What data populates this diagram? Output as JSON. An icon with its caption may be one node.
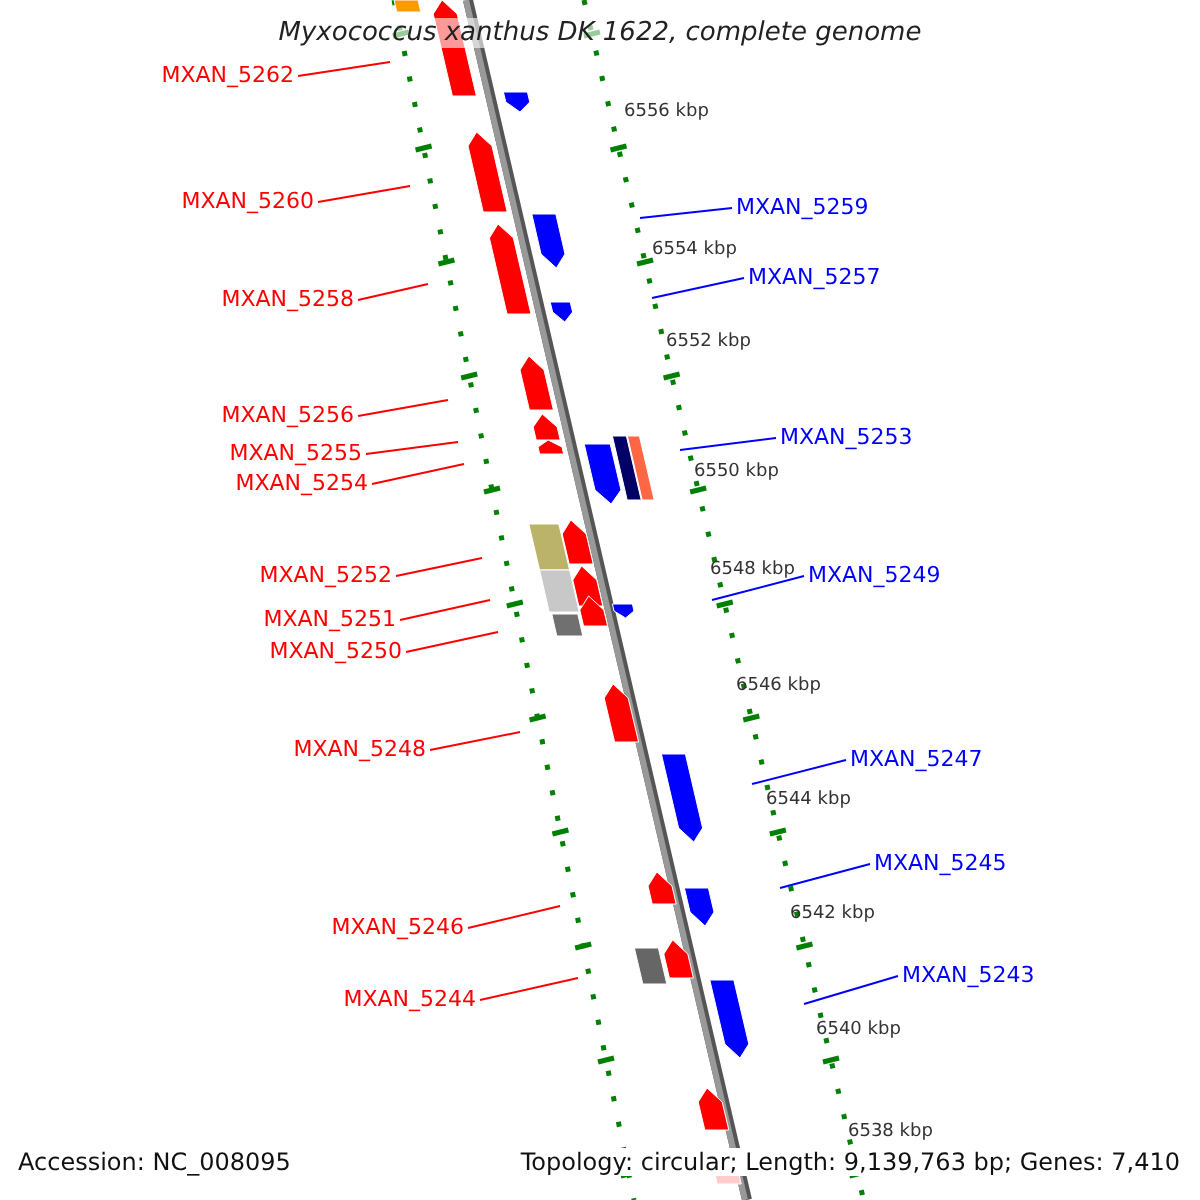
{
  "diagram": {
    "title": "Myxococcus xanthus DK 1622, complete genome",
    "nodes": [
      {
        "text": [
          "MXAN_5262"
        ]
      },
      {
        "text": [
          "MXAN_5260"
        ]
      },
      {
        "text": [
          "MXAN_5259"
        ]
      },
      {
        "text": [
          "MXAN_5257"
        ]
      },
      {
        "text": [
          "MXAN_5258"
        ]
      },
      {
        "text": [
          "MXAN_5256"
        ]
      },
      {
        "text": [
          "MXAN_5253"
        ]
      },
      {
        "text": [
          "MXAN_5255"
        ]
      },
      {
        "text": [
          "MXAN_5254"
        ]
      },
      {
        "text": [
          "MXAN_5252"
        ]
      },
      {
        "text": [
          "MXAN_5249"
        ]
      },
      {
        "text": [
          "MXAN_5251"
        ]
      },
      {
        "text": [
          "MXAN_5250"
        ]
      },
      {
        "text": [
          "MXAN_5248"
        ]
      },
      {
        "text": [
          "MXAN_5247"
        ]
      },
      {
        "text": [
          "MXAN_5245"
        ]
      },
      {
        "text": [
          "MXAN_5246"
        ]
      },
      {
        "text": [
          "MXAN_5243"
        ]
      },
      {
        "text": [
          "MXAN_5244"
        ]
      }
    ],
    "edges": [
      {
        "from": 0,
        "to": null,
        "arrow": "none"
      },
      {
        "from": 1,
        "to": null,
        "arrow": "none"
      },
      {
        "from": 2,
        "to": null,
        "arrow": "none",
        "color": "#0000ff"
      },
      {
        "from": 3,
        "to": null,
        "arrow": "none",
        "color": "#0000ff"
      },
      {
        "from": 4,
        "to": null,
        "arrow": "none"
      },
      {
        "from": 5,
        "to": null,
        "arrow": "none"
      },
      {
        "from": 6,
        "to": null,
        "arrow": "none",
        "color": "#0000ff"
      },
      {
        "from": 7,
        "to": null,
        "arrow": "none"
      },
      {
        "from": 8,
        "to": null,
        "arrow": "none"
      },
      {
        "from": 9,
        "to": null,
        "arrow": "none"
      },
      {
        "from": 10,
        "to": null,
        "arrow": "none",
        "color": "#0000ff"
      },
      {
        "from": 11,
        "to": null,
        "arrow": "none"
      },
      {
        "from": 12,
        "to": null,
        "arrow": "none"
      },
      {
        "from": 13,
        "to": null,
        "arrow": "none"
      },
      {
        "from": 14,
        "to": null,
        "arrow": "none",
        "color": "#0000ff"
      },
      {
        "from": 15,
        "to": null,
        "arrow": "none",
        "color": "#0000ff"
      },
      {
        "from": 16,
        "to": null,
        "arrow": "none"
      },
      {
        "from": 17,
        "to": null,
        "arrow": "none",
        "color": "#0000ff"
      },
      {
        "from": 18,
        "to": null,
        "arrow": "none"
      }
    ],
    "labels": [
      "6556 kbp",
      "6554 kbp",
      "6552 kbp",
      "6550 kbp",
      "6548 kbp",
      "6546 kbp",
      "6544 kbp",
      "6542 kbp",
      "6540 kbp",
      "6538 kbp",
      "Accession: NC_008095",
      "Topology: circular; Length: 9,139,763 bp; Genes: 7,410"
    ]
  }
}
